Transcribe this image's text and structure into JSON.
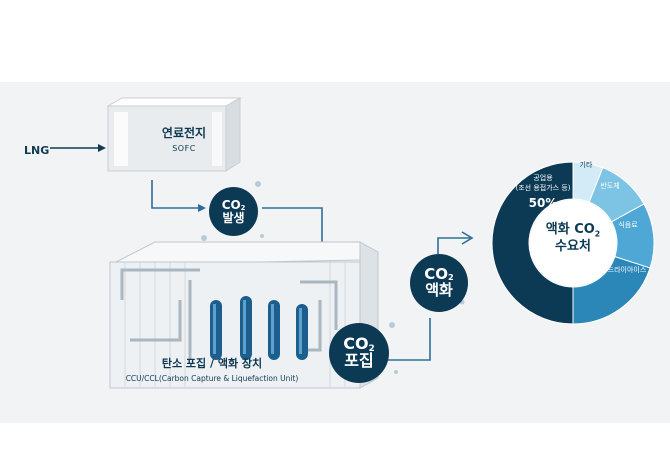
{
  "lng_label": "LNG",
  "fuel_cell": {
    "title": "연료전지",
    "subtitle": "SOFC"
  },
  "co2_generation": {
    "line1": "CO",
    "sub": "2",
    "line2": "발생"
  },
  "co2_capture": {
    "line1": "CO",
    "sub": "2",
    "line2": "포집"
  },
  "co2_liquefaction": {
    "line1": "CO",
    "sub": "2",
    "line2": "액화"
  },
  "capture_unit": {
    "title": "탄소 포집 / 액화 장치",
    "subtitle": "CCU/CCL(Carbon Capture & Liquefaction Unit)"
  },
  "demand": {
    "center_line1": "액화 CO",
    "center_sub": "2",
    "center_line2": "수요처",
    "segments": [
      {
        "label": "공업용",
        "note": "(조선 용접가스 등)",
        "percent_label": "50%",
        "share": 50,
        "color": "#0c3a55"
      },
      {
        "label": "드라이아이스",
        "share": 20,
        "color": "#2a87b8"
      },
      {
        "label": "식음료",
        "share": 13,
        "color": "#4ea7d4"
      },
      {
        "label": "반도체",
        "share": 11,
        "color": "#7cc3e4"
      },
      {
        "label": "기타",
        "share": 6,
        "color": "#d3ebf6"
      }
    ]
  },
  "colors": {
    "navy": "#0c3a55",
    "panel": "#f2f3f5",
    "pipe": "#2d6f9a"
  }
}
